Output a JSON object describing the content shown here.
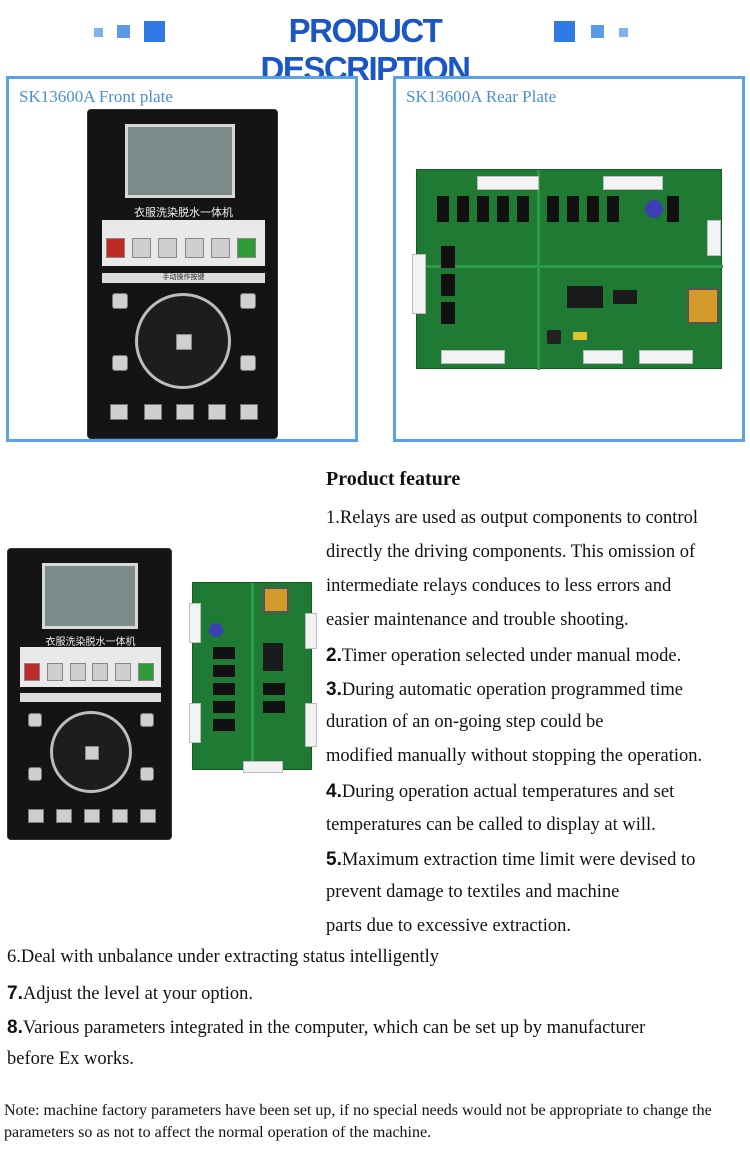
{
  "header": {
    "title": "PRODUCT DESCRIPTION"
  },
  "panels": {
    "front": {
      "label": "SK13600A Front plate"
    },
    "rear": {
      "label": "SK13600A Rear Plate"
    }
  },
  "plate": {
    "title": "衣服洗染脱水一体机",
    "manual": "手动操作按键"
  },
  "feature": {
    "title": "Product feature",
    "items": [
      {
        "num": "1.",
        "lines": [
          "Relays are used as output components to control",
          "directly the driving components. This omission of",
          "intermediate relays conduces to less errors and",
          "easier maintenance and trouble shooting."
        ]
      },
      {
        "num": "2.",
        "lines": [
          "Timer operation selected under manual mode."
        ]
      },
      {
        "num": "3.",
        "lines": [
          "During automatic operation programmed time",
          "duration of an on-going step could be",
          "modified manually without stopping the operation."
        ]
      },
      {
        "num": "4.",
        "lines": [
          "During operation actual temperatures and set",
          "temperatures can be called to display at will."
        ]
      },
      {
        "num": "5.",
        "lines": [
          "Maximum extraction time limit were devised to",
          "prevent damage to textiles and machine",
          "parts due to excessive extraction."
        ]
      },
      {
        "num": "6.",
        "lines": [
          "Deal with unbalance under extracting status intelligently"
        ]
      },
      {
        "num": "7.",
        "lines": [
          "Adjust the level at your option."
        ]
      },
      {
        "num": "8.",
        "lines": [
          "Various parameters integrated in the computer, which can be set up by manufacturer",
          "before Ex works."
        ]
      }
    ]
  },
  "note": "Note: machine factory parameters have been set up, if no special needs would not be appropriate to change the parameters so as not to affect the normal operation of the machine.",
  "colors": {
    "accent": "#1b56c6",
    "frame": "#5aa2e6",
    "pcb": "#1f7a33"
  }
}
